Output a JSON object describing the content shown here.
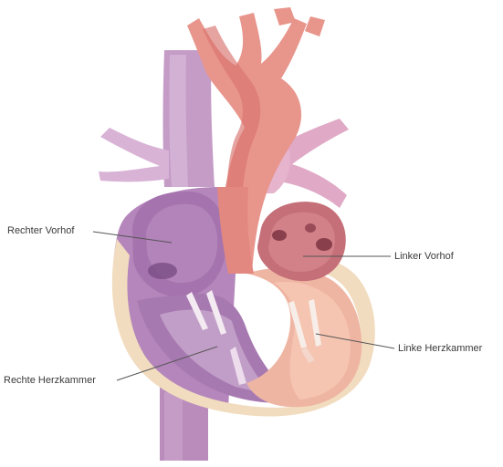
{
  "labels": {
    "right_atrium": "Rechter Vorhof",
    "left_atrium": "Linker Vorhof",
    "left_ventricle": "Linke Herzkammer",
    "right_ventricle": "Rechte Herzkammer"
  },
  "colors": {
    "background": "#ffffff",
    "aorta": "#e58c86",
    "aorta_inner": "#d4726f",
    "vena_cava": "#c9a2c9",
    "vena_cava_dark": "#b387b6",
    "pulmonary": "#dba8c3",
    "right_chamber": "#a779b1",
    "right_chamber_inner": "#c5a5cb",
    "left_chamber": "#efb5a3",
    "left_atrium": "#c66d77",
    "wall": "#f1d5b9",
    "leader_line": "#555555"
  }
}
